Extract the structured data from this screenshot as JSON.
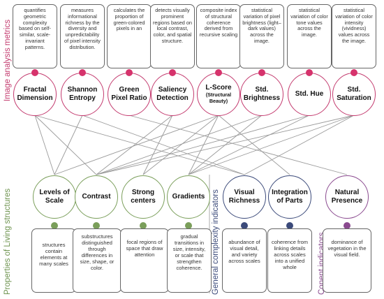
{
  "group_labels": {
    "image_analysis": "Image analysis metrics",
    "living_structures": "Properties of Living structures",
    "general_complexity": "General complexity indicators",
    "content": "Conent indicators"
  },
  "metrics": [
    {
      "name": "Fractal Dimension",
      "desc": "quantifies geometric complexity based on self-similar, scale-invariant patterns."
    },
    {
      "name": "Shannon Entropy",
      "desc": "measures informational richness by the diversity and unpredictability of pixel intensity distribution."
    },
    {
      "name": "Green Pixel Ratio",
      "desc": "calculates the proportion of green-colored pixels in an"
    },
    {
      "name": "Saliency Detection",
      "desc": "detects visually prominent regions based on local contrast, color, and spatial structure."
    },
    {
      "name": "L-Score",
      "sub": "(Structural Beauty)",
      "desc": "composite index of structural coherence derived from recursive scaling"
    },
    {
      "name": "Std. Brightness",
      "desc": "statistical variation of pixel brightness (light–dark values) across the image."
    },
    {
      "name": "Std. Hue",
      "desc": "statistical variation of color tone values across the image."
    },
    {
      "name": "Std. Saturation",
      "desc": "statistical variation of color intensity (vividness) values across the image."
    }
  ],
  "living": [
    {
      "name": "Levels of Scale",
      "desc": "structures contain elements at many scales"
    },
    {
      "name": "Contrast",
      "desc": "substructures distinguished through differences in size, shape, or color."
    },
    {
      "name": "Strong centers",
      "desc": "focal regions of space that draw attention"
    },
    {
      "name": "Gradients",
      "desc": "gradual transitions in size, intensity, or scale that strengthen coherence."
    }
  ],
  "general": [
    {
      "name": "Visual Richness",
      "desc": "abundance of visual detail, and variety across scales"
    },
    {
      "name": "Integration of Parts",
      "desc": "coherence from linking details across scales into a unified whole"
    }
  ],
  "content": [
    {
      "name": "Natural Presence",
      "desc": "dominance of vegetation in the visual field."
    }
  ],
  "colors": {
    "metric": "#c33a6e",
    "metric_dot": "#d6336c",
    "living": "#7a9e5a",
    "general": "#3b4a7a",
    "content": "#8a4a8f"
  }
}
